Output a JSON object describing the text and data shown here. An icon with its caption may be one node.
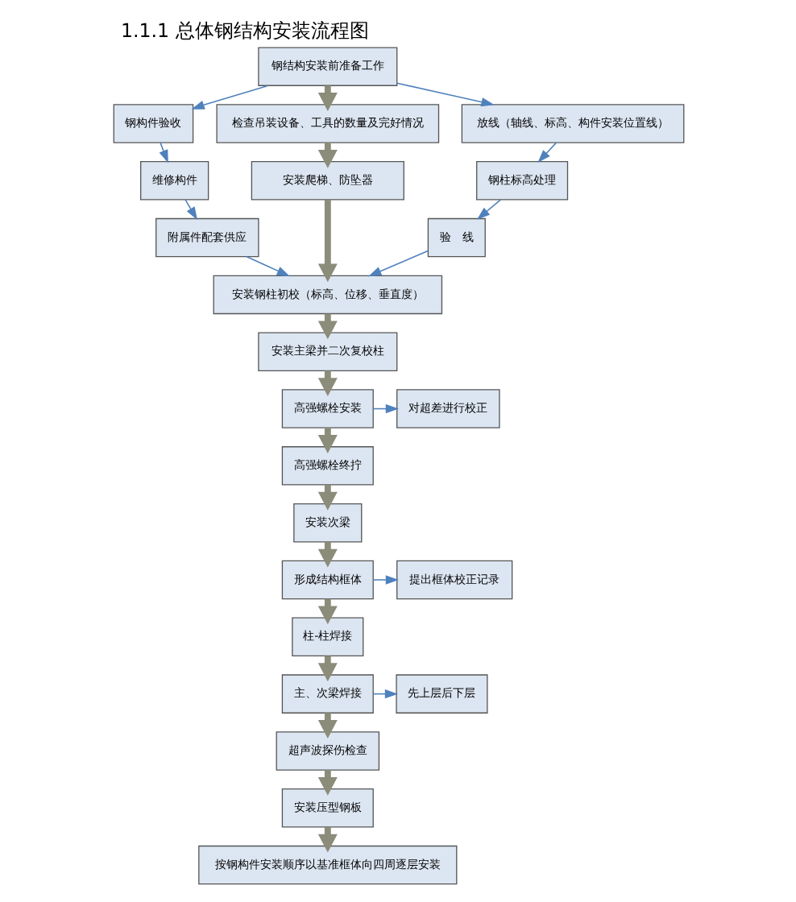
{
  "diagram": {
    "title": "1.1.1 总体钢结构安装流程图",
    "nodes": [
      {
        "text": [
          "钢结构安装前准备工作"
        ]
      },
      {
        "text": [
          "钢构件验收"
        ]
      },
      {
        "text": [
          "检查吊装设备、工具的数量及完好情况"
        ]
      },
      {
        "text": [
          "放线（轴线、标高、构件安装位置线）"
        ]
      },
      {
        "text": [
          "维修构件"
        ]
      },
      {
        "text": [
          "钢柱标高处理"
        ]
      },
      {
        "text": [
          "附属件配套供应"
        ]
      },
      {
        "text": [
          "安装爬梯、防坠器"
        ]
      },
      {
        "text": [
          "验　线"
        ]
      },
      {
        "text": [
          "安装钢柱初校（标高、位移、垂直度）"
        ]
      },
      {
        "text": [
          "安装主梁并二次复校柱"
        ]
      },
      {
        "text": [
          "高强螺栓安装"
        ]
      },
      {
        "text": [
          "对超差进行校正"
        ]
      },
      {
        "text": [
          "高强螺栓终拧"
        ]
      },
      {
        "text": [
          "安装次梁"
        ]
      },
      {
        "text": [
          "形成结构框体"
        ]
      },
      {
        "text": [
          "提出框体校正记录"
        ]
      },
      {
        "text": [
          "柱-柱焊接"
        ]
      },
      {
        "text": [
          "主、次梁焊接"
        ]
      },
      {
        "text": [
          "先上层后下层"
        ]
      },
      {
        "text": [
          "超声波探伤检查"
        ]
      },
      {
        "text": [
          "安装压型钢板"
        ]
      },
      {
        "text": [
          "按钢构件安装顺序以基准框体向四周逐层安装"
        ]
      }
    ],
    "edges": [
      {
        "from": 0,
        "to": 1,
        "arrow": "to",
        "color": "#4f81bd"
      },
      {
        "from": 0,
        "to": 2,
        "arrow": "to"
      },
      {
        "from": 0,
        "to": 3,
        "arrow": "to",
        "color": "#4f81bd"
      },
      {
        "from": 1,
        "to": 4,
        "arrow": "to",
        "color": "#4f81bd"
      },
      {
        "from": 2,
        "to": 7,
        "arrow": "to"
      },
      {
        "from": 3,
        "to": 5,
        "arrow": "to",
        "color": "#4f81bd"
      },
      {
        "from": 4,
        "to": 6,
        "arrow": "to",
        "color": "#4f81bd"
      },
      {
        "from": 5,
        "to": 8,
        "arrow": "to",
        "color": "#4f81bd"
      },
      {
        "from": 6,
        "to": 9,
        "arrow": "to",
        "color": "#4f81bd"
      },
      {
        "from": 7,
        "to": 9,
        "arrow": "to"
      },
      {
        "from": 8,
        "to": 9,
        "arrow": "to",
        "color": "#4f81bd"
      },
      {
        "from": 9,
        "to": 10,
        "arrow": "to"
      },
      {
        "from": 10,
        "to": 11,
        "arrow": "to"
      },
      {
        "from": 11,
        "to": 13,
        "arrow": "to"
      },
      {
        "from": 11,
        "to": 12,
        "arrow": "to",
        "color": "#4f81bd"
      },
      {
        "from": 13,
        "to": 14,
        "arrow": "to"
      },
      {
        "from": 14,
        "to": 15,
        "arrow": "to"
      },
      {
        "from": 15,
        "to": 16,
        "arrow": "to",
        "color": "#4f81bd"
      },
      {
        "from": 15,
        "to": 17,
        "arrow": "to"
      },
      {
        "from": 17,
        "to": 18,
        "arrow": "to"
      },
      {
        "from": 18,
        "to": 19,
        "arrow": "to",
        "color": "#4f81bd"
      },
      {
        "from": 18,
        "to": 20,
        "arrow": "to"
      },
      {
        "from": 20,
        "to": 21,
        "arrow": "to"
      },
      {
        "from": 21,
        "to": 22,
        "arrow": "to"
      }
    ]
  }
}
